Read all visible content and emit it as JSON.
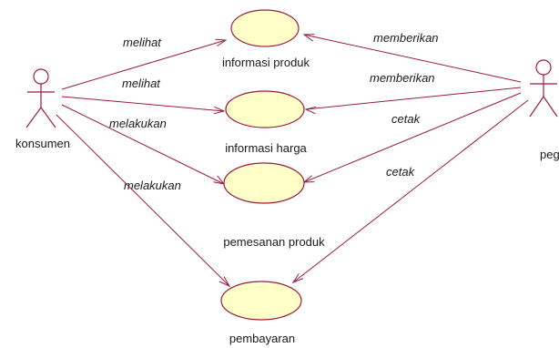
{
  "colors": {
    "line": "#9c1c3c",
    "usecase_fill": "#ffffc8",
    "text": "#1a1a1a",
    "background": "#ffffff"
  },
  "actors": [
    {
      "id": "konsumen",
      "label": "konsumen"
    },
    {
      "id": "pegawai",
      "label": "pegawai"
    }
  ],
  "use_cases": [
    {
      "id": "info-produk",
      "label": "informasi produk"
    },
    {
      "id": "info-harga",
      "label": "informasi harga"
    },
    {
      "id": "pemesanan",
      "label": "pemesanan produk"
    },
    {
      "id": "pembayaran",
      "label": "pembayaran"
    }
  ],
  "associations": [
    {
      "from": "konsumen",
      "to": "info-produk",
      "label": "melihat"
    },
    {
      "from": "konsumen",
      "to": "info-harga",
      "label": "melihat"
    },
    {
      "from": "konsumen",
      "to": "pemesanan",
      "label": "melakukan"
    },
    {
      "from": "konsumen",
      "to": "pembayaran",
      "label": "melakukan"
    },
    {
      "from": "pegawai",
      "to": "info-produk",
      "label": "memberikan"
    },
    {
      "from": "pegawai",
      "to": "info-harga",
      "label": "memberikan"
    },
    {
      "from": "pegawai",
      "to": "pemesanan",
      "label": "cetak"
    },
    {
      "from": "pegawai",
      "to": "pembayaran",
      "label": "cetak"
    }
  ]
}
